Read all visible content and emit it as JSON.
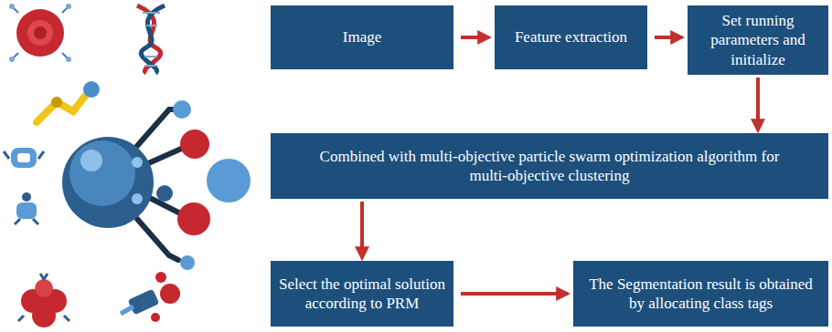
{
  "diagram": {
    "nodes": [
      {
        "text": [
          "Image"
        ]
      },
      {
        "text": [
          "Feature extraction"
        ]
      },
      {
        "text": [
          "Set running parameters and initialize"
        ]
      },
      {
        "text": [
          "Combined with multi-objective particle swarm optimization algorithm for multi-objective clustering"
        ]
      },
      {
        "text": [
          "Select the optimal solution according to PRM"
        ]
      },
      {
        "text": [
          "The Segmentation result is obtained by allocating class tags"
        ]
      }
    ],
    "edges": [
      {
        "from": 0,
        "to": 1,
        "arrow": "to"
      },
      {
        "from": 1,
        "to": 2,
        "arrow": "to"
      },
      {
        "from": 2,
        "to": 3,
        "arrow": "to"
      },
      {
        "from": 3,
        "to": 4,
        "arrow": "to"
      },
      {
        "from": 4,
        "to": 5,
        "arrow": "to"
      }
    ]
  }
}
